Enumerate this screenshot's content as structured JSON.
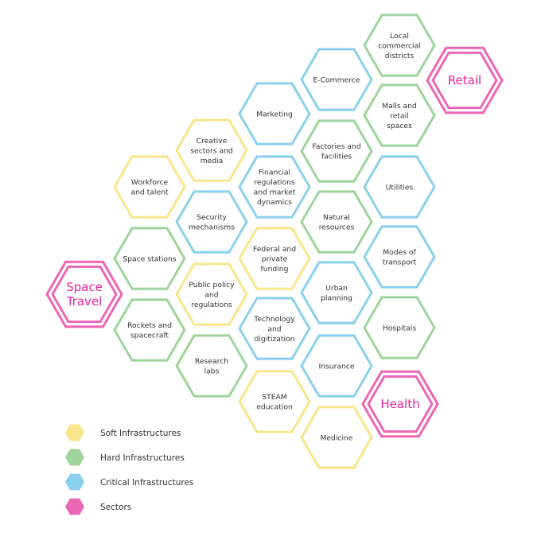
{
  "colors": {
    "soft": "#f8e58c",
    "hard": "#9ed49a",
    "critical": "#8bd0ec",
    "sector": "#ec66b6",
    "sector_text": "#e6259a"
  },
  "hexes": [
    {
      "id": "local-commercial-districts",
      "category": "hard",
      "lines": [
        "Local",
        "commercial",
        "districts"
      ]
    },
    {
      "id": "e-commerce",
      "category": "critical",
      "lines": [
        "E-Commerce"
      ]
    },
    {
      "id": "retail",
      "category": "sector",
      "lines": [
        "Retail"
      ]
    },
    {
      "id": "marketing",
      "category": "critical",
      "lines": [
        "Marketing"
      ]
    },
    {
      "id": "malls-and-retail-spaces",
      "category": "hard",
      "lines": [
        "Malls and",
        "retail",
        "spaces"
      ]
    },
    {
      "id": "creative-sectors-and-media",
      "category": "soft",
      "lines": [
        "Creative",
        "sectors and",
        "media"
      ]
    },
    {
      "id": "factories-and-facilities",
      "category": "hard",
      "lines": [
        "Factories and",
        "facilities"
      ]
    },
    {
      "id": "workforce-and-talent",
      "category": "soft",
      "lines": [
        "Workforce",
        "and talent"
      ]
    },
    {
      "id": "financial-regulations",
      "category": "critical",
      "lines": [
        "Financial",
        "regulations",
        "and market",
        "dynamics"
      ]
    },
    {
      "id": "utilities",
      "category": "critical",
      "lines": [
        "Utilities"
      ]
    },
    {
      "id": "security-mechanisms",
      "category": "critical",
      "lines": [
        "Security",
        "mechanisms"
      ]
    },
    {
      "id": "natural-resources",
      "category": "hard",
      "lines": [
        "Natural",
        "resources"
      ]
    },
    {
      "id": "space-stations",
      "category": "hard",
      "lines": [
        "Space stations"
      ]
    },
    {
      "id": "federal-and-private-funding",
      "category": "soft",
      "lines": [
        "Federal and",
        "private",
        "funding"
      ]
    },
    {
      "id": "modes-of-transport",
      "category": "critical",
      "lines": [
        "Modes of",
        "transport"
      ]
    },
    {
      "id": "space-travel",
      "category": "sector",
      "lines": [
        "Space",
        "Travel"
      ]
    },
    {
      "id": "public-policy-and-regulations",
      "category": "soft",
      "lines": [
        "Public policy",
        "and",
        "regulations"
      ]
    },
    {
      "id": "urban-planning",
      "category": "critical",
      "lines": [
        "Urban",
        "planning"
      ]
    },
    {
      "id": "rockets-and-spacecraft",
      "category": "hard",
      "lines": [
        "Rockets and",
        "spacecraft"
      ]
    },
    {
      "id": "technology-and-digitization",
      "category": "critical",
      "lines": [
        "Technology",
        "and",
        "digitization"
      ]
    },
    {
      "id": "hospitals",
      "category": "hard",
      "lines": [
        "Hospitals"
      ]
    },
    {
      "id": "research-labs",
      "category": "hard",
      "lines": [
        "Research",
        "labs"
      ]
    },
    {
      "id": "insurance",
      "category": "critical",
      "lines": [
        "Insurance"
      ]
    },
    {
      "id": "health",
      "category": "sector",
      "lines": [
        "Health"
      ]
    },
    {
      "id": "steam-education",
      "category": "soft",
      "lines": [
        "STEAM",
        "education"
      ]
    },
    {
      "id": "medicine",
      "category": "soft",
      "lines": [
        "Medicine"
      ]
    }
  ],
  "legend": [
    {
      "category": "soft",
      "label": "Soft Infrastructures"
    },
    {
      "category": "hard",
      "label": "Hard Infrastructures"
    },
    {
      "category": "critical",
      "label": "Critical Infrastructures"
    },
    {
      "category": "sector",
      "label": "Sectors"
    }
  ]
}
